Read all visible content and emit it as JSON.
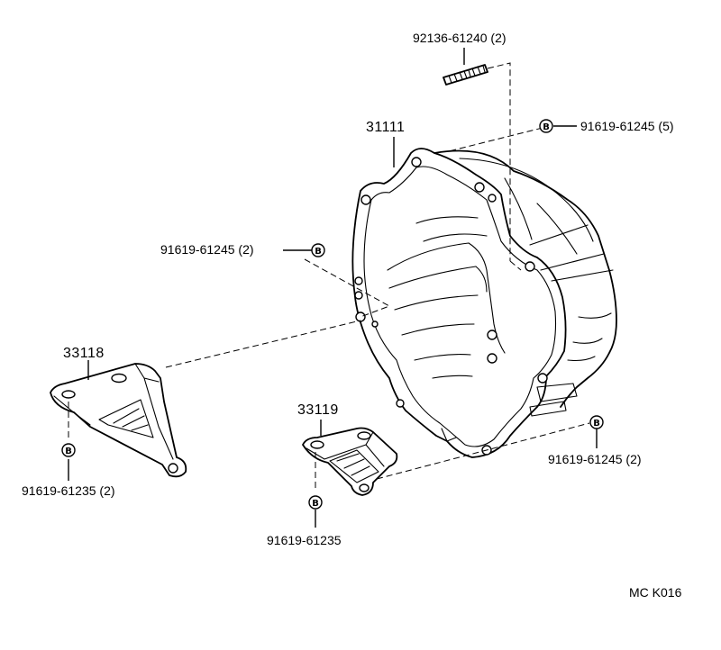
{
  "labels": {
    "stud": "92136-61240 (2)",
    "housing": "31111",
    "bolt_top": "91619-61245 (5)",
    "bolt_left": "91619-61245 (2)",
    "bracket_left": "33118",
    "bracket_left_bolt": "91619-61235 (2)",
    "bracket_right": "33119",
    "bracket_right_bolt": "91619-61235",
    "bolt_right": "91619-61245 (2)",
    "diagram_code": "MC K016"
  },
  "callout_symbol": "B"
}
